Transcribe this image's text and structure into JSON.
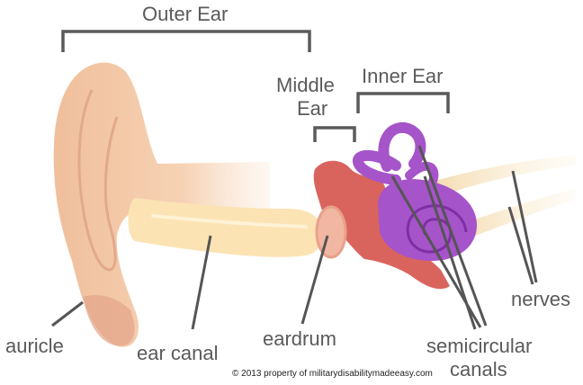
{
  "brackets": {
    "outer_ear": "Outer Ear",
    "middle_ear_line1": "Middle",
    "middle_ear_line2": "Ear",
    "inner_ear": "Inner Ear"
  },
  "labels": {
    "auricle": "auricle",
    "ear_canal": "ear canal",
    "eardrum": "eardrum",
    "nerves": "nerves",
    "semicircular_line1": "semicircular",
    "semicircular_line2": "canals"
  },
  "credit": "© 2013 property of militarydisabilitymadeeasy.com",
  "colors": {
    "skin": "#f3c9a6",
    "skin_dark": "#e7a98a",
    "canal": "#fbe3b4",
    "middle_ear": "#d9645e",
    "inner_ear": "#a654c9",
    "nerve": "#f6dcae",
    "text": "#5a5a5a",
    "bracket": "#5a5a5a"
  }
}
